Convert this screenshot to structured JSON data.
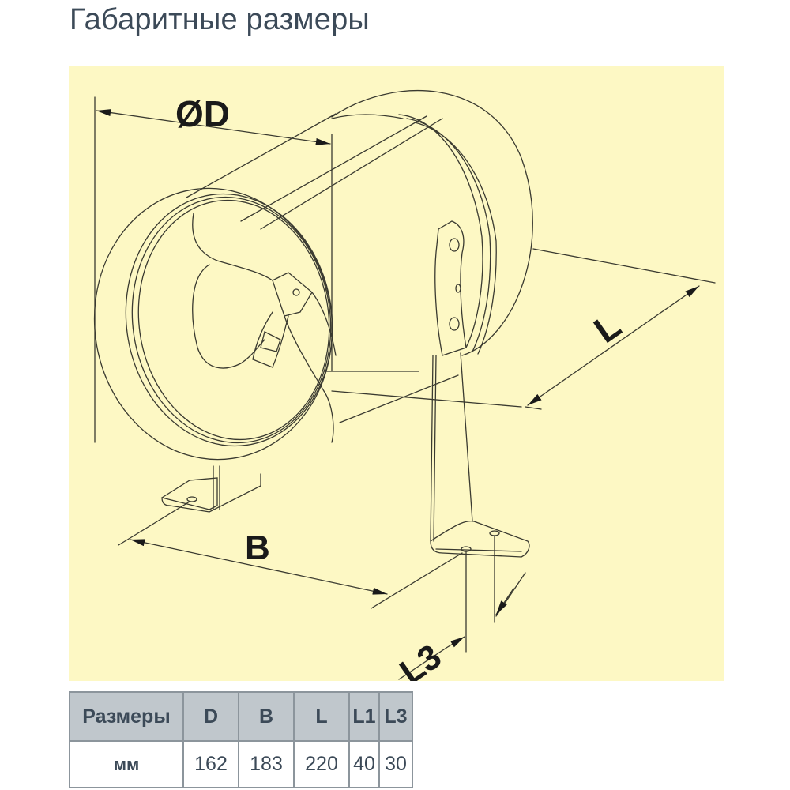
{
  "page": {
    "title": "Габаритные размеры"
  },
  "drawing": {
    "background_color": "#fdf8c4",
    "line_color": "#3a3a30",
    "labels": {
      "diameter": "ØD",
      "length": "L",
      "base_width": "B",
      "hole_spacing": "L3"
    }
  },
  "table": {
    "header_color": "#c0c7cc",
    "columns": [
      "Размеры",
      "D",
      "B",
      "L",
      "L1",
      "L3"
    ],
    "rows": [
      {
        "label": "мм",
        "values": [
          "162",
          "183",
          "220",
          "40",
          "30"
        ]
      }
    ]
  }
}
